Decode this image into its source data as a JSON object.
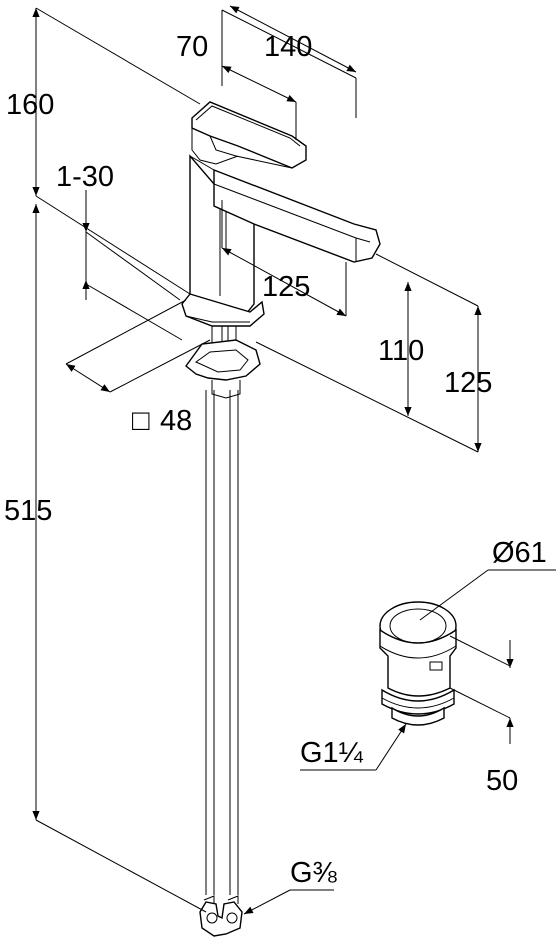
{
  "dimensions": {
    "d70": "70",
    "d140": "140",
    "d160": "160",
    "d1_30": "1-30",
    "d125_spout": "125",
    "d110": "110",
    "d125_right": "125",
    "d48": "48",
    "d515": "515",
    "d61": "Ø61",
    "g114": "G1¼",
    "d50": "50",
    "g38": "G⅜"
  },
  "square_symbol": "□"
}
